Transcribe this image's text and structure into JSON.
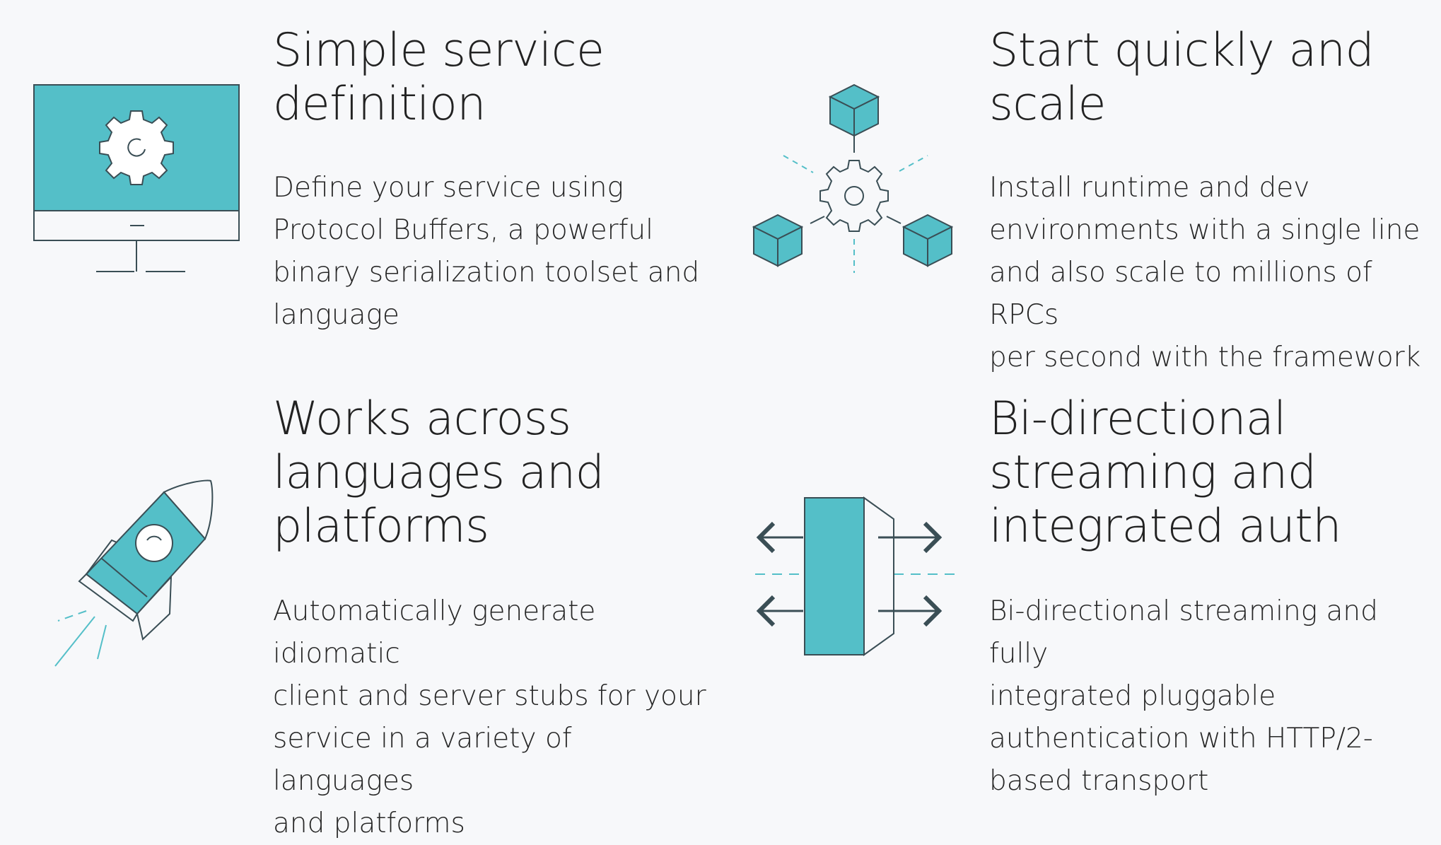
{
  "colors": {
    "accent": "#54bfc8",
    "stroke": "#3a4e55",
    "background": "#f7f8fa"
  },
  "features": [
    {
      "icon": "monitor-gear-icon",
      "title_lines": [
        "Simple service",
        "definition"
      ],
      "description_lines": [
        "Define your service using",
        "Protocol Buffers, a powerful",
        "binary serialization toolset and",
        "language"
      ]
    },
    {
      "icon": "cubes-gear-icon",
      "title_lines": [
        "Start quickly and",
        "scale"
      ],
      "description_lines": [
        "Install runtime and dev",
        "environments with a single line",
        "and also scale to millions of RPCs",
        "per second with the framework"
      ]
    },
    {
      "icon": "rocket-icon",
      "title_lines": [
        "Works across",
        "languages and",
        "platforms"
      ],
      "description_lines": [
        "Automatically generate idiomatic",
        "client and server stubs for your",
        "service in a variety of languages",
        "and platforms"
      ]
    },
    {
      "icon": "bidirectional-arrows-icon",
      "title_lines": [
        "Bi-directional",
        "streaming and",
        "integrated auth"
      ],
      "description_lines": [
        "Bi-directional streaming and fully",
        "integrated pluggable",
        "authentication with HTTP/2-",
        "based transport"
      ]
    }
  ]
}
